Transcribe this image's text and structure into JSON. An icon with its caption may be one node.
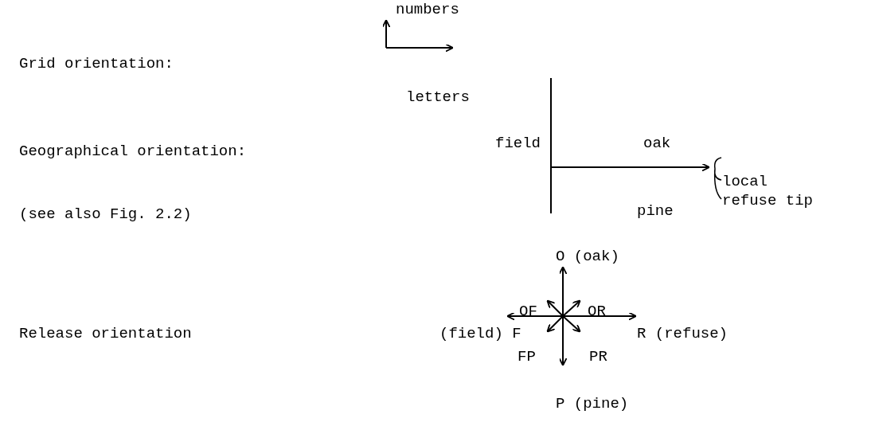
{
  "diagram": {
    "labels": [
      "numbers",
      "Grid orientation:",
      "letters",
      "Geographical orientation:",
      "field",
      "oak",
      "local refuse tip",
      "(see also Fig. 2.2)",
      "pine",
      "O (oak)",
      "OF",
      "OR",
      "Release orientation",
      "(field) F",
      "R (refuse)",
      "FP",
      "PR",
      "P (pine)"
    ]
  }
}
